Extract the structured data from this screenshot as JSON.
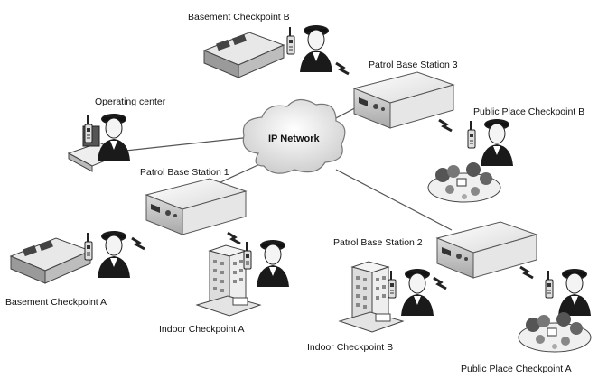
{
  "network": {
    "label": "IP Network"
  },
  "labels": {
    "basement_b": "Basement Checkpoint  B",
    "patrol_station_3": "Patrol  Base Station 3",
    "operating_center": "Operating center",
    "public_place_b": "Public  Place Checkpoint  B",
    "patrol_station_1": "Patrol  Base Station 1",
    "patrol_station_2": "Patrol  Base Station 2",
    "basement_a": "Basement Checkpoint  A",
    "indoor_a": "Indoor Checkpoint  A",
    "indoor_b": "Indoor Checkpoint  B",
    "public_place_a": "Public  Place Checkpoint  A"
  },
  "colors": {
    "line": "#555555",
    "device_top": "#f2f2f2",
    "device_side": "#bdbdbd",
    "person": "#1a1a1a",
    "cloud": "#e8e8e8"
  }
}
